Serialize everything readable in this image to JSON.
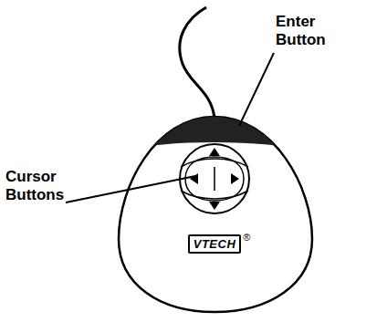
{
  "diagram": {
    "labels": [
      "Enter Button",
      "Cursor Buttons",
      "VTECH",
      "®"
    ]
  }
}
